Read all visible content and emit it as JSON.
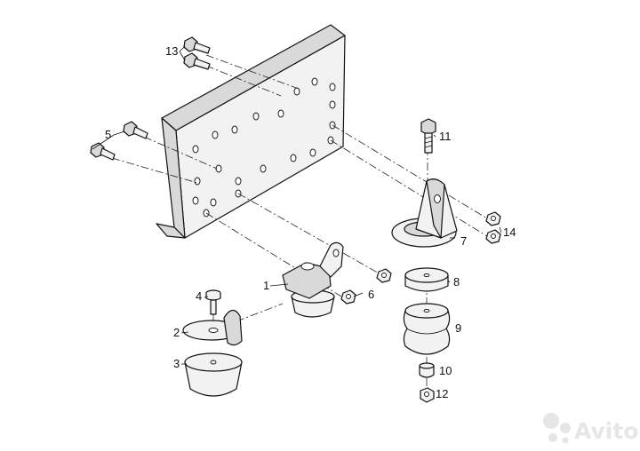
{
  "callouts": [
    {
      "id": "1",
      "label": "1"
    },
    {
      "id": "2",
      "label": "2"
    },
    {
      "id": "3",
      "label": "3"
    },
    {
      "id": "4",
      "label": "4"
    },
    {
      "id": "5",
      "label": "5"
    },
    {
      "id": "6",
      "label": "6"
    },
    {
      "id": "7",
      "label": "7"
    },
    {
      "id": "8",
      "label": "8"
    },
    {
      "id": "9",
      "label": "9"
    },
    {
      "id": "10",
      "label": "10"
    },
    {
      "id": "11",
      "label": "11"
    },
    {
      "id": "12",
      "label": "12"
    },
    {
      "id": "13",
      "label": "13"
    },
    {
      "id": "14",
      "label": "14"
    }
  ],
  "watermark": {
    "text": "Avito"
  },
  "colors": {
    "line": "#111111",
    "fill": "#f2f2f2",
    "watermark": "#e6e6e6"
  }
}
